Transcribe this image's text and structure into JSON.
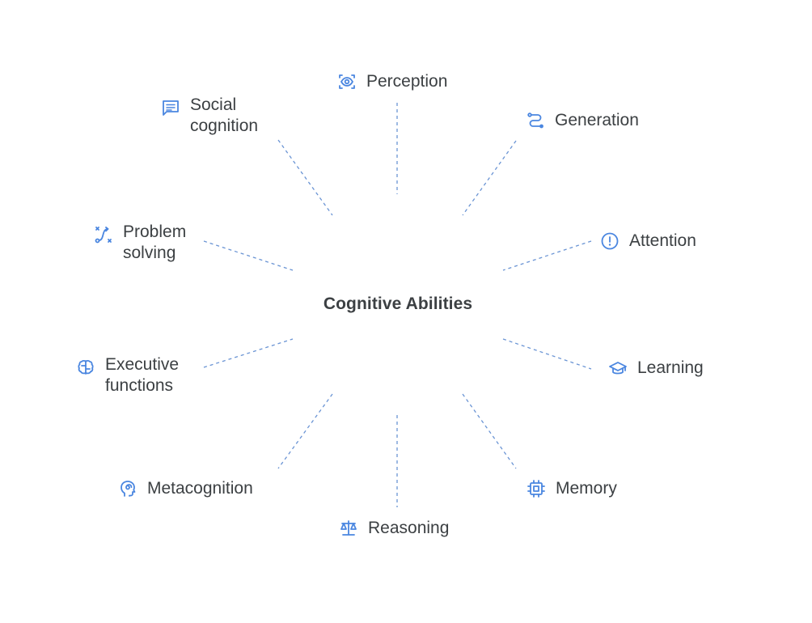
{
  "diagram": {
    "title": "Cognitive Abilities",
    "accent_color": "#4a86e0",
    "connector_color": "#6a94d4",
    "text_color": "#3c4043",
    "nodes": [
      {
        "id": "perception",
        "label": "Perception",
        "icon": "eye-scan-icon"
      },
      {
        "id": "generation",
        "label": "Generation",
        "icon": "route-path-icon"
      },
      {
        "id": "attention",
        "label": "Attention",
        "icon": "exclamation-circle-icon"
      },
      {
        "id": "learning",
        "label": "Learning",
        "icon": "graduation-cap-icon"
      },
      {
        "id": "memory",
        "label": "Memory",
        "icon": "memory-chip-icon"
      },
      {
        "id": "reasoning",
        "label": "Reasoning",
        "icon": "balance-scale-icon"
      },
      {
        "id": "metacognition",
        "label": "Metacognition",
        "icon": "head-spiral-icon"
      },
      {
        "id": "executive-functions",
        "label": "Executive\nfunctions",
        "icon": "brain-icon"
      },
      {
        "id": "problem-solving",
        "label": "Problem\nsolving",
        "icon": "path-xs-icon"
      },
      {
        "id": "social-cognition",
        "label": "Social\ncognition",
        "icon": "chat-bubble-icon"
      }
    ]
  }
}
